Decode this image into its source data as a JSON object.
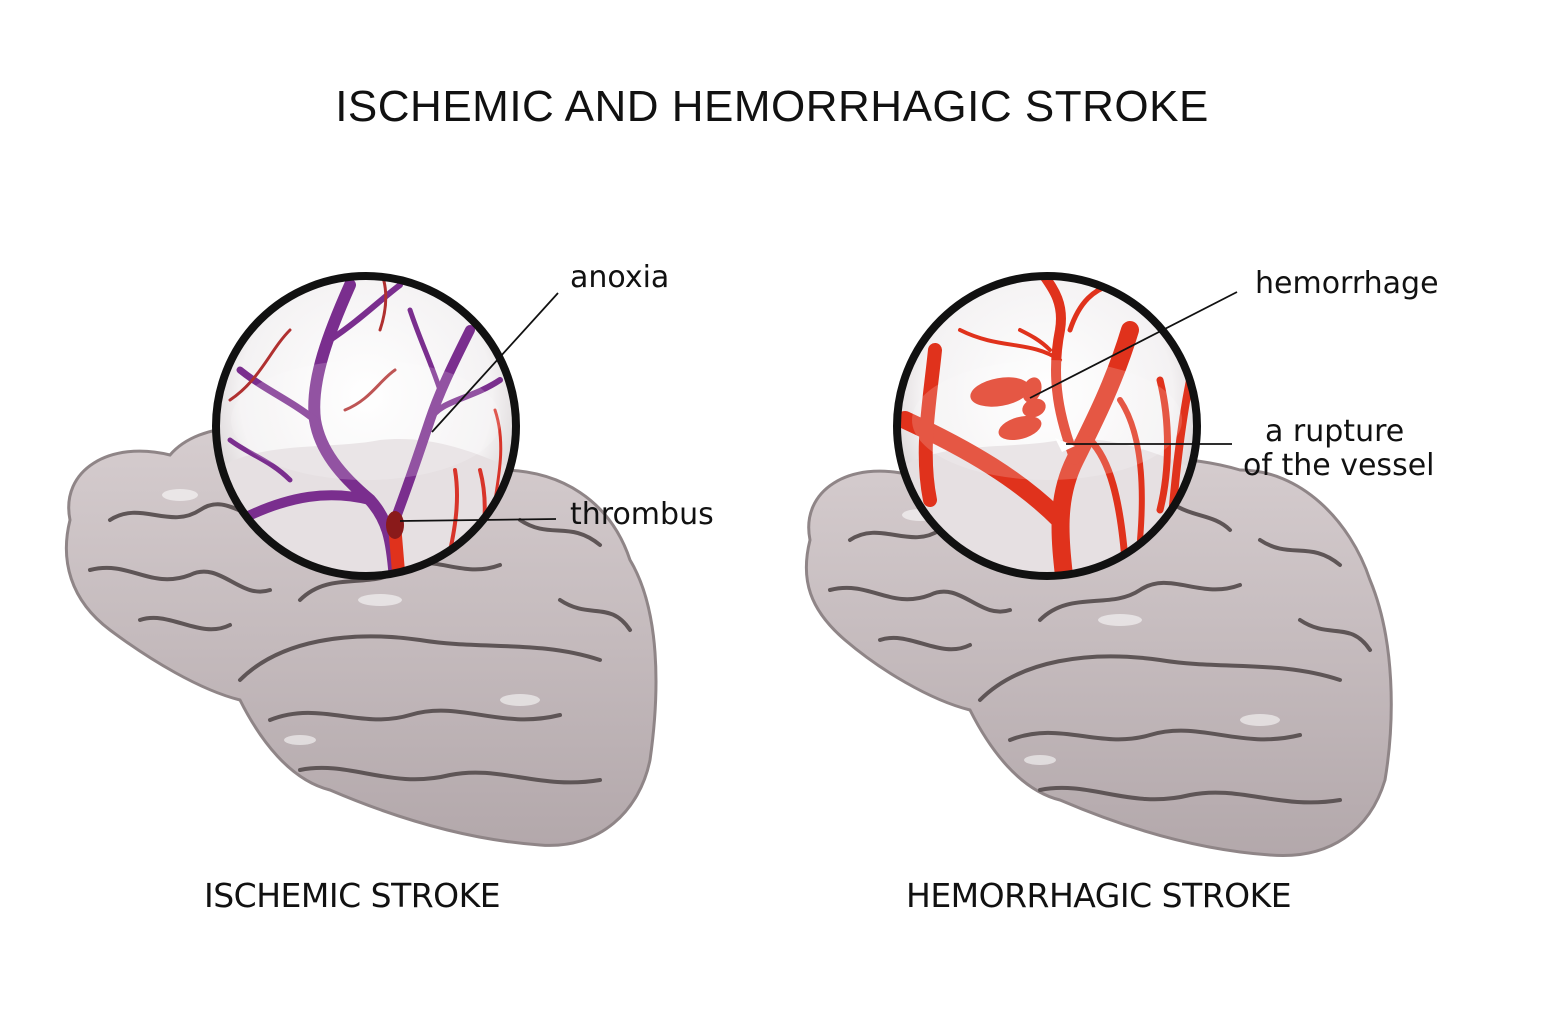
{
  "title": "ISCHEMIC AND HEMORRHAGIC STROKE",
  "panels": [
    {
      "caption": "ISCHEMIC STROKE",
      "labels": {
        "top": "anoxia",
        "bottom": "thrombus"
      }
    },
    {
      "caption": "HEMORRHAGIC STROKE",
      "labels": {
        "top": "hemorrhage",
        "bottom_line1": "a rupture",
        "bottom_line2": "of the vessel"
      }
    }
  ],
  "colors": {
    "brain_fill": "#c7bcbf",
    "brain_dark": "#8f8587",
    "fold_line": "#5e5556",
    "vessel_ischemic": "#7a2e8e",
    "vessel_red": "#e0321c",
    "thrombus": "#8a1a1a",
    "lens_rim": "#111111"
  }
}
